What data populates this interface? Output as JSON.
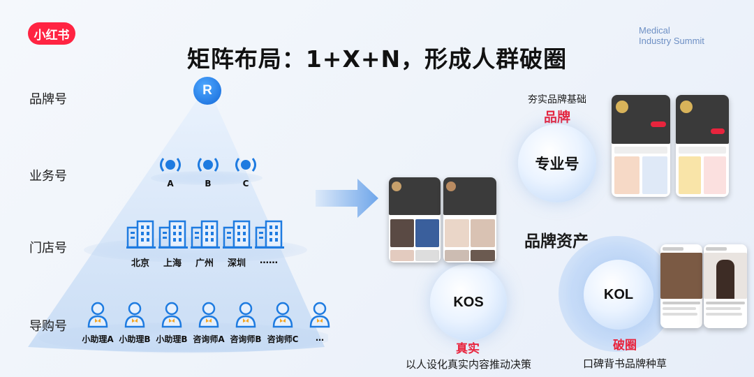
{
  "brand": {
    "logo_text": "小红书",
    "event_line1": "Medical",
    "event_line2": "Industry Summit",
    "accent": "#ff2442",
    "blue": "#1e7be0"
  },
  "title": "矩阵布局：1+X+N，形成人群破圈",
  "pyramid": {
    "tiers": [
      "品牌号",
      "业务号",
      "门店号",
      "导购号"
    ],
    "brand_badge": "R",
    "business_accounts": [
      "A",
      "B",
      "C"
    ],
    "stores": [
      "北京",
      "上海",
      "广州",
      "深圳",
      "……"
    ],
    "staff": [
      "小助理A",
      "小助理B",
      "小助理B",
      "咨询师A",
      "咨询师B",
      "咨询师C",
      "…"
    ]
  },
  "right": {
    "brand_caption": "夯实品牌基础",
    "brand_tag": "品牌",
    "pro_account": "专业号",
    "center_label": "品牌资产",
    "kos": "KOS",
    "kos_tag": "真实",
    "kos_caption": "以人设化真实内容推动决策",
    "kol": "KOL",
    "kol_tag": "破圈",
    "kol_caption": "口碑背书品牌种草"
  }
}
